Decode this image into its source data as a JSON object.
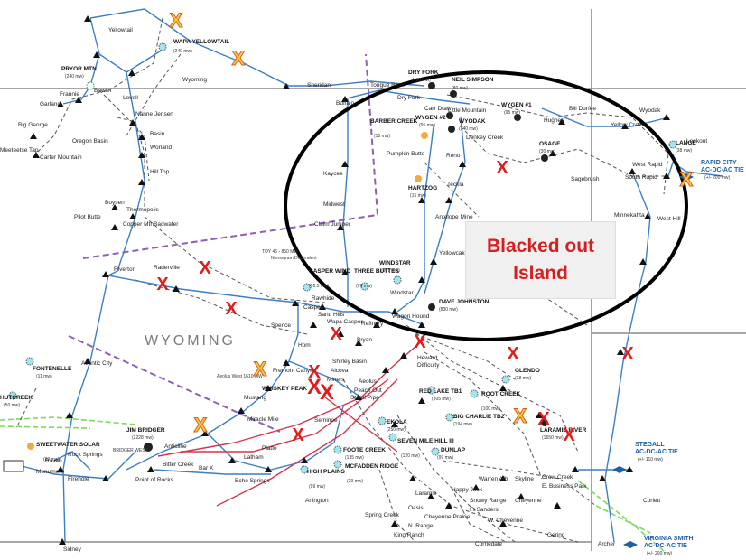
{
  "callout": {
    "line1": "Blacked out",
    "line2": "Island"
  },
  "state_label": "WYOMING",
  "colors": {
    "transmission": "#3b7fc4",
    "dashed": "#555555",
    "red_line": "#d6334d",
    "green_line": "#7ed957",
    "island_ring": "#000000",
    "x_red": "#e41b1b",
    "x_yellow": "#f4d03f"
  },
  "plants": [
    {
      "name": "WAPA YELLOWTAIL",
      "cap": "(240 mw)"
    },
    {
      "name": "PRYOR MTN",
      "cap": "(240 mw)"
    },
    {
      "name": "DRY FORK",
      "cap": "(420 mw)"
    },
    {
      "name": "NEIL SIMPSON",
      "cap": "(80 mw)"
    },
    {
      "name": "WYGEN #1",
      "cap": "(95 mw)"
    },
    {
      "name": "WYGEN #2",
      "cap": "(95 mw)"
    },
    {
      "name": "WYODAK",
      "cap": "(340 mw)"
    },
    {
      "name": "BARBER CREEK",
      "cap": "(15 mw)"
    },
    {
      "name": "HARTZOG",
      "cap": "(15 mw)"
    },
    {
      "name": "OSAGE",
      "cap": "(30 mw)"
    },
    {
      "name": "LANGE",
      "cap": "(38 mw)"
    },
    {
      "name": "WINDSTAR",
      "cap": "(957 mw)"
    },
    {
      "name": "THREE BUTTES",
      "cap": "(99 mw)"
    },
    {
      "name": "CASPER WIND",
      "cap": "(16.5 mw)"
    },
    {
      "name": "DAVE JOHNSTON",
      "cap": "(830 mw)"
    },
    {
      "name": "FONTENELLE",
      "cap": "(11 mw)"
    },
    {
      "name": "HUTCREEK",
      "cap": "(50 mw)"
    },
    {
      "name": "SWEETWATER SOLAR",
      "cap": "(80 mw)"
    },
    {
      "name": "JIM BRIDGER",
      "cap": "(2228 mw)"
    },
    {
      "name": "RED LAKE TB1",
      "cap": "(305 mw)"
    },
    {
      "name": "ROOT CREEK",
      "cap": "(100 mw)"
    },
    {
      "name": "GLENDO",
      "cap": "(38 mw)"
    },
    {
      "name": "BIG CHARLIE TB2",
      "cap": "(194 mw)"
    },
    {
      "name": "EKOLA",
      "cap": "(250 mw)"
    },
    {
      "name": "SEVEN MILE HILL III",
      "cap": "(120 mw)"
    },
    {
      "name": "DUNLAP",
      "cap": "(99 mw)"
    },
    {
      "name": "FOOTE CREEK",
      "cap": "(135 mw)"
    },
    {
      "name": "MCFADDEN RIDGE",
      "cap": "(29 mw)"
    },
    {
      "name": "HIGH PLAINS",
      "cap": "(99 mw)"
    },
    {
      "name": "WHISKEY PEAK",
      "cap": ""
    },
    {
      "name": "LARAMIE RIVER",
      "cap": "(1650 mw)"
    }
  ],
  "ties": [
    {
      "name": "RAPID CITY",
      "detail": "AC-DC-AC TIE",
      "cap": "(+/- 200 mw)"
    },
    {
      "name": "STEGALL",
      "detail": "AC-DC-AC TIE",
      "cap": "(+/- 110 mw)"
    },
    {
      "name": "VIRGINIA SMITH",
      "detail": "AC-DC-AC TIE",
      "cap": "(+/- 200 mw)"
    }
  ],
  "substations": [
    "Yellowtail",
    "Wyoming",
    "Frannie",
    "Garland",
    "Big George",
    "Carter Mountain",
    "Meeteetse Tap",
    "Bowler",
    "Lovell",
    "Nanne Jensen",
    "Basin",
    "Worland",
    "Oregon Basin",
    "Hill Top",
    "Thermopolis",
    "Boysen",
    "Badwater",
    "Pilot Butte",
    "Copper Mtn",
    "Riverton",
    "Raderville",
    "Sheridan",
    "Tongue River",
    "Dry Fork",
    "Carr Draw",
    "Buffalo",
    "Donkey Creek",
    "Hughes",
    "Bill Durfee",
    "Yellow Creek",
    "Pumpkin Butte",
    "Reno",
    "West Rapid",
    "South Rapid",
    "Sagebrush",
    "Kaycee",
    "Midwest",
    "Claim Jumper",
    "Teckla",
    "Antelope Mine",
    "Minnekahta",
    "West Hill",
    "Yellowcake",
    "Rawhide",
    "Casper",
    "Windstar",
    "Wagon Hound",
    "Sand Hills",
    "Wapa Casper",
    "Refinery",
    "Bryan",
    "Hom",
    "Spence",
    "Shirley Basin",
    "Heward",
    "Difficulty",
    "Fremont Canyon",
    "Alcova",
    "Miners",
    "Aeolus",
    "Peace Out",
    "Stand Pipe",
    "Mustang",
    "Miracle Mile",
    "Seminoe",
    "Point of Rocks",
    "Anticline",
    "Atlantic City",
    "Rock Springs",
    "Firehole",
    "Monument",
    "Raven",
    "Bitter Creek",
    "Bar X",
    "Echo Springs",
    "Latham",
    "Platte",
    "Arlington",
    "Oasis",
    "Laramie",
    "Happy Jack",
    "Warren Afb",
    "Skyline",
    "Snowy Range",
    "Cheyenne",
    "Crow Creek",
    "E. Business Park",
    "Cheyenne Prairie",
    "Spring Creek",
    "Ft Sanders",
    "N. Range",
    "W. Cheyenne",
    "King Ranch",
    "Corriedale",
    "Corlett",
    "Gering",
    "Archer",
    "Sidney",
    "Little Mountain",
    "Wyodak",
    "Lookout",
    "Lange"
  ],
  "notes": {
    "toy": "TOY 46 - 850 MW",
    "nomogram": "Nomogram Dependent",
    "aeolus": "Aeolus West 1610 MW",
    "bridger": "BRIDGER WEST"
  },
  "outage_markers": {
    "red_count": 14,
    "yellow_count": 6
  }
}
